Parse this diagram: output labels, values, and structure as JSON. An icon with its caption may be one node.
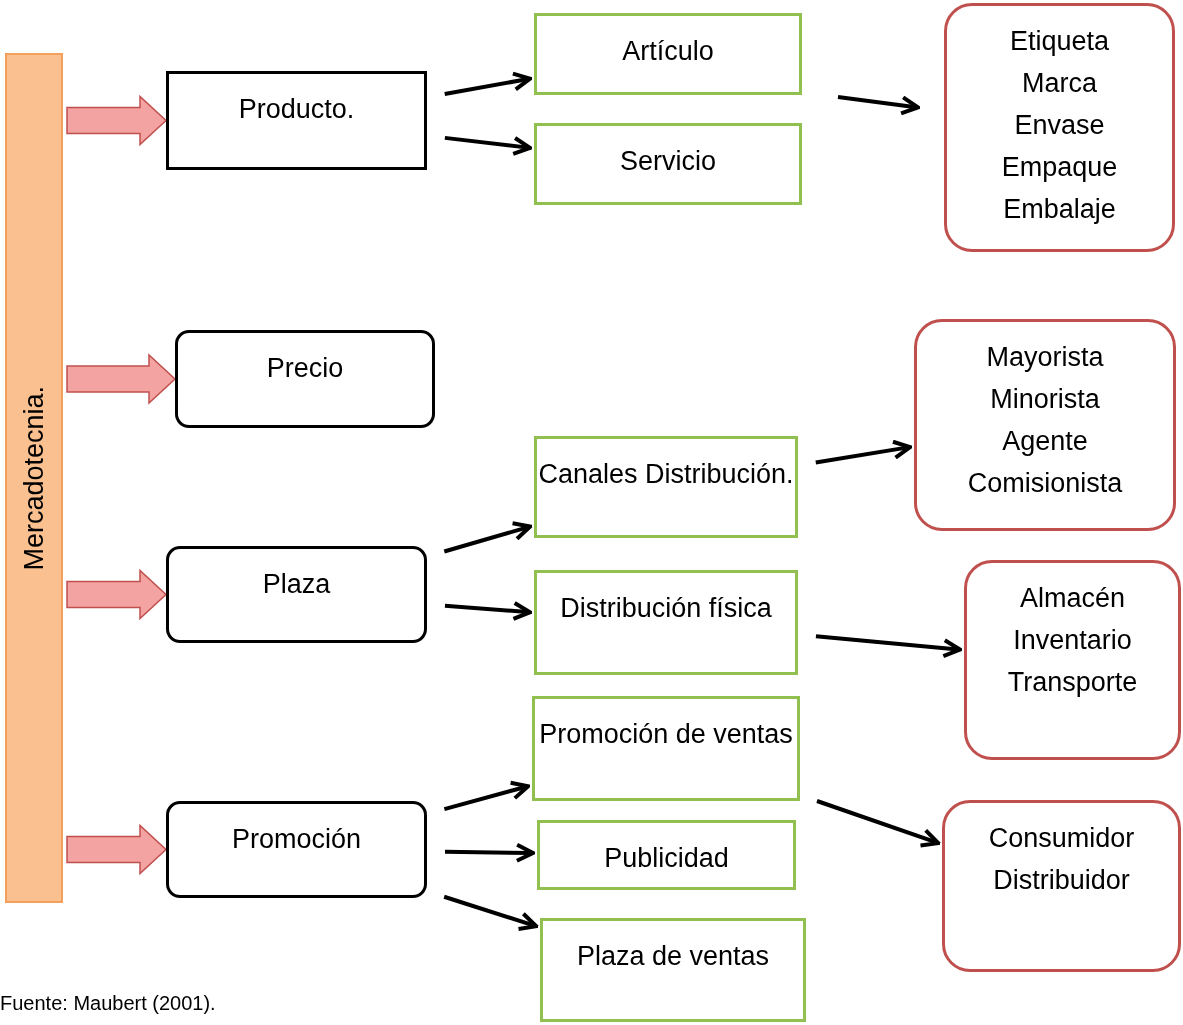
{
  "diagram": {
    "caption": "Fuente: Maubert (2001).",
    "nodes": [
      {
        "text": [
          "Mercadotecnia."
        ]
      },
      {
        "text": [
          "Producto."
        ]
      },
      {
        "text": [
          "Precio"
        ]
      },
      {
        "text": [
          "Plaza"
        ]
      },
      {
        "text": [
          "Promoción"
        ]
      },
      {
        "text": [
          "Artículo"
        ]
      },
      {
        "text": [
          "Servicio"
        ]
      },
      {
        "text": [
          "Canales Distribución."
        ]
      },
      {
        "text": [
          "Distribución física"
        ]
      },
      {
        "text": [
          "Promoción de ventas"
        ]
      },
      {
        "text": [
          "Publicidad"
        ]
      },
      {
        "text": [
          "Plaza de ventas"
        ]
      },
      {
        "text": [
          "Etiqueta",
          "Marca",
          "Envase",
          "Empaque",
          "Embalaje"
        ]
      },
      {
        "text": [
          "Mayorista",
          "Minorista",
          "Agente",
          "Comisionista"
        ]
      },
      {
        "text": [
          "Almacén",
          "Inventario",
          "Transporte"
        ]
      },
      {
        "text": [
          "Consumidor",
          "Distribuidor"
        ]
      }
    ],
    "edges": [
      {
        "from": 0,
        "to": 1,
        "arrow": "to",
        "style": "thick",
        "color": "#f4a3a3"
      },
      {
        "from": 0,
        "to": 2,
        "arrow": "to",
        "style": "thick",
        "color": "#f4a3a3"
      },
      {
        "from": 0,
        "to": 3,
        "arrow": "to",
        "style": "thick",
        "color": "#f4a3a3"
      },
      {
        "from": 0,
        "to": 4,
        "arrow": "to",
        "style": "thick",
        "color": "#f4a3a3"
      },
      {
        "from": 1,
        "to": 5,
        "arrow": "to"
      },
      {
        "from": 1,
        "to": 6,
        "arrow": "to"
      },
      {
        "from": null,
        "to": 12,
        "arrow": "to"
      },
      {
        "from": 3,
        "to": 7,
        "arrow": "to"
      },
      {
        "from": 3,
        "to": 8,
        "arrow": "to"
      },
      {
        "from": 7,
        "to": 13,
        "arrow": "to"
      },
      {
        "from": 8,
        "to": 14,
        "arrow": "to"
      },
      {
        "from": 9,
        "to": 15,
        "arrow": "to"
      },
      {
        "from": 4,
        "to": 9,
        "arrow": "to"
      },
      {
        "from": 4,
        "to": 10,
        "arrow": "to"
      },
      {
        "from": 4,
        "to": 11,
        "arrow": "to"
      }
    ]
  }
}
